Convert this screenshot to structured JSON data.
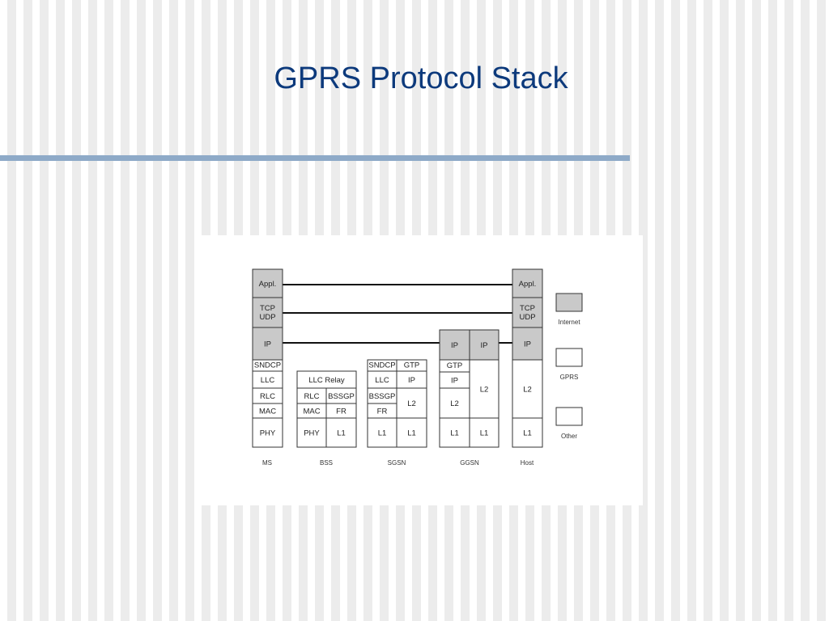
{
  "slide": {
    "title": "GPRS Protocol Stack"
  },
  "diagram": {
    "colors": {
      "internet": "#c9c9c9",
      "gprs": "#ffffff",
      "other": "#ffffff",
      "line": "#111111",
      "title": "#0d3a7c",
      "rule": "#8eaac8"
    },
    "nodes": [
      "MS",
      "BSS",
      "SGSN",
      "GGSN",
      "Host"
    ],
    "stacks": {
      "ms": [
        "Appl.",
        "TCP UDP",
        "IP",
        "SNDCP",
        "LLC",
        "RLC",
        "MAC",
        "PHY"
      ],
      "bss": [
        "LLC Relay",
        "RLC",
        "BSSGP",
        "MAC",
        "FR",
        "PHY",
        "L1"
      ],
      "sgsn": [
        "SNDCP",
        "GTP",
        "LLC",
        "IP",
        "BSSGP",
        "L2",
        "FR",
        "L1",
        "L1"
      ],
      "ggsn": [
        "IP",
        "IP",
        "GTP",
        "IP",
        "L2",
        "L2",
        "L1",
        "L1"
      ],
      "host": [
        "Appl.",
        "TCP UDP",
        "IP",
        "L2",
        "L1"
      ]
    },
    "legend": [
      "Internet",
      "GPRS",
      "Other"
    ]
  }
}
